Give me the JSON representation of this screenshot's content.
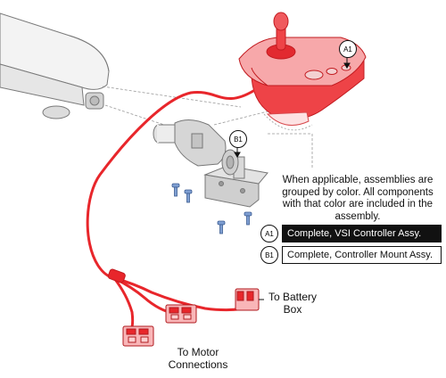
{
  "callouts": {
    "a1": "A1",
    "b1": "B1"
  },
  "note": "When applicable, assemblies are grouped by color. All components with that color are included in the assembly.",
  "legend": [
    {
      "code": "A1",
      "label": "Complete, VSI Controller Assy."
    },
    {
      "code": "B1",
      "label": "Complete, Controller Mount Assy."
    }
  ],
  "labels": {
    "battery": "To Battery Box",
    "motor": "To Motor Connections"
  },
  "colors": {
    "highlight": "#e8262b",
    "line": "#111111",
    "gray": "#b9b9b9",
    "hardware": "#7f9fd2"
  }
}
